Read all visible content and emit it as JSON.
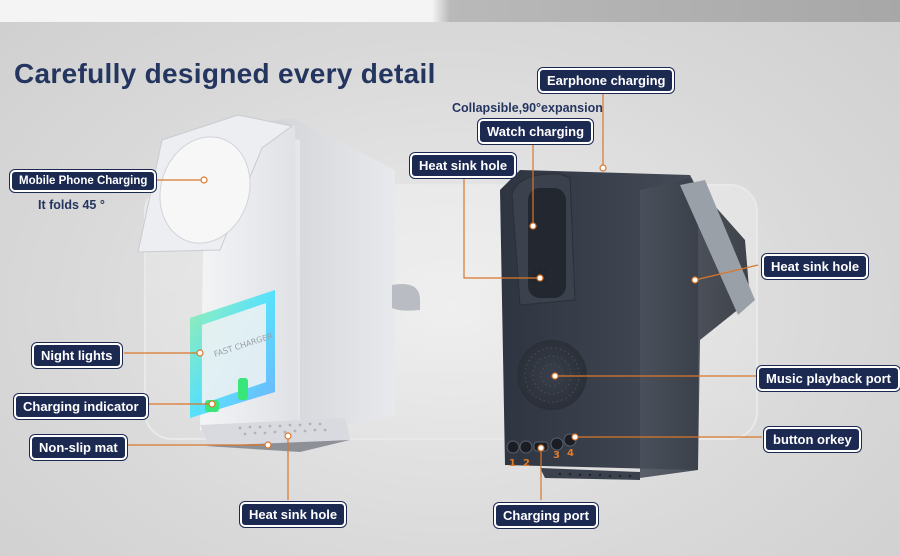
{
  "headline": "Carefully designed every detail",
  "labels": {
    "mobile_phone_charging": "Mobile Phone Charging",
    "it_folds": "It folds 45 °",
    "night_lights": "Night lights",
    "charging_indicator": "Charging indicator",
    "non_slip_mat": "Non-slip mat",
    "heat_sink_hole_bottom": "Heat sink hole",
    "earphone_charging": "Earphone charging",
    "collapsible": "Collapsible,90°expansion",
    "watch_charging": "Watch charging",
    "heat_sink_hole_back": "Heat sink hole",
    "heat_sink_hole_right": "Heat sink hole",
    "music_playback_port": "Music playback port",
    "button_or_key": "button orkey",
    "charging_port": "Charging port"
  },
  "device": {
    "panel_text": "FAST CHARGER",
    "port_numbers": [
      "1",
      "2",
      "3",
      "4"
    ]
  },
  "colors": {
    "label_bg": "#1c2a52",
    "headline": "#24355f",
    "leader": "#d9772b",
    "night_light": "#39e67a"
  }
}
